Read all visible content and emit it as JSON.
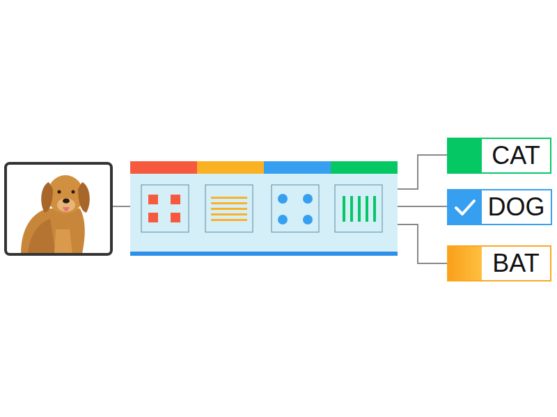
{
  "diagram": {
    "nodes": [
      {
        "text": [
          "CAT"
        ]
      },
      {
        "text": [
          "DOG"
        ]
      },
      {
        "text": [
          "BAT"
        ]
      }
    ]
  }
}
